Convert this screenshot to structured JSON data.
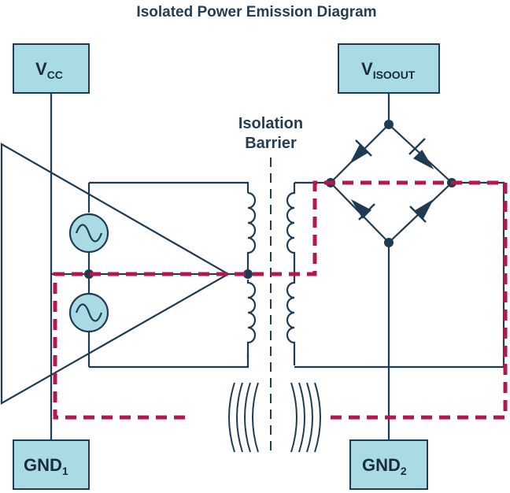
{
  "title": "Isolated Power Emission Diagram",
  "barrier_label": {
    "line1": "Isolation",
    "line2": "Barrier"
  },
  "boxes": {
    "vcc": {
      "main": "V",
      "sub": "CC"
    },
    "visoout": {
      "main": "V",
      "sub": "ISOOUT"
    },
    "gnd1": {
      "main": "GND",
      "sub": "1"
    },
    "gnd2": {
      "main": "GND",
      "sub": "2"
    }
  },
  "colors": {
    "box_fill": "#a8dbe3",
    "box_stroke": "#1f3b52",
    "wire": "#1f3b52",
    "loop": "#b3174f",
    "dot": "#1f3b52"
  },
  "icons": [
    "ac-source-icon",
    "diode-icon",
    "emission-wave-icon",
    "transformer-coil-icon"
  ]
}
